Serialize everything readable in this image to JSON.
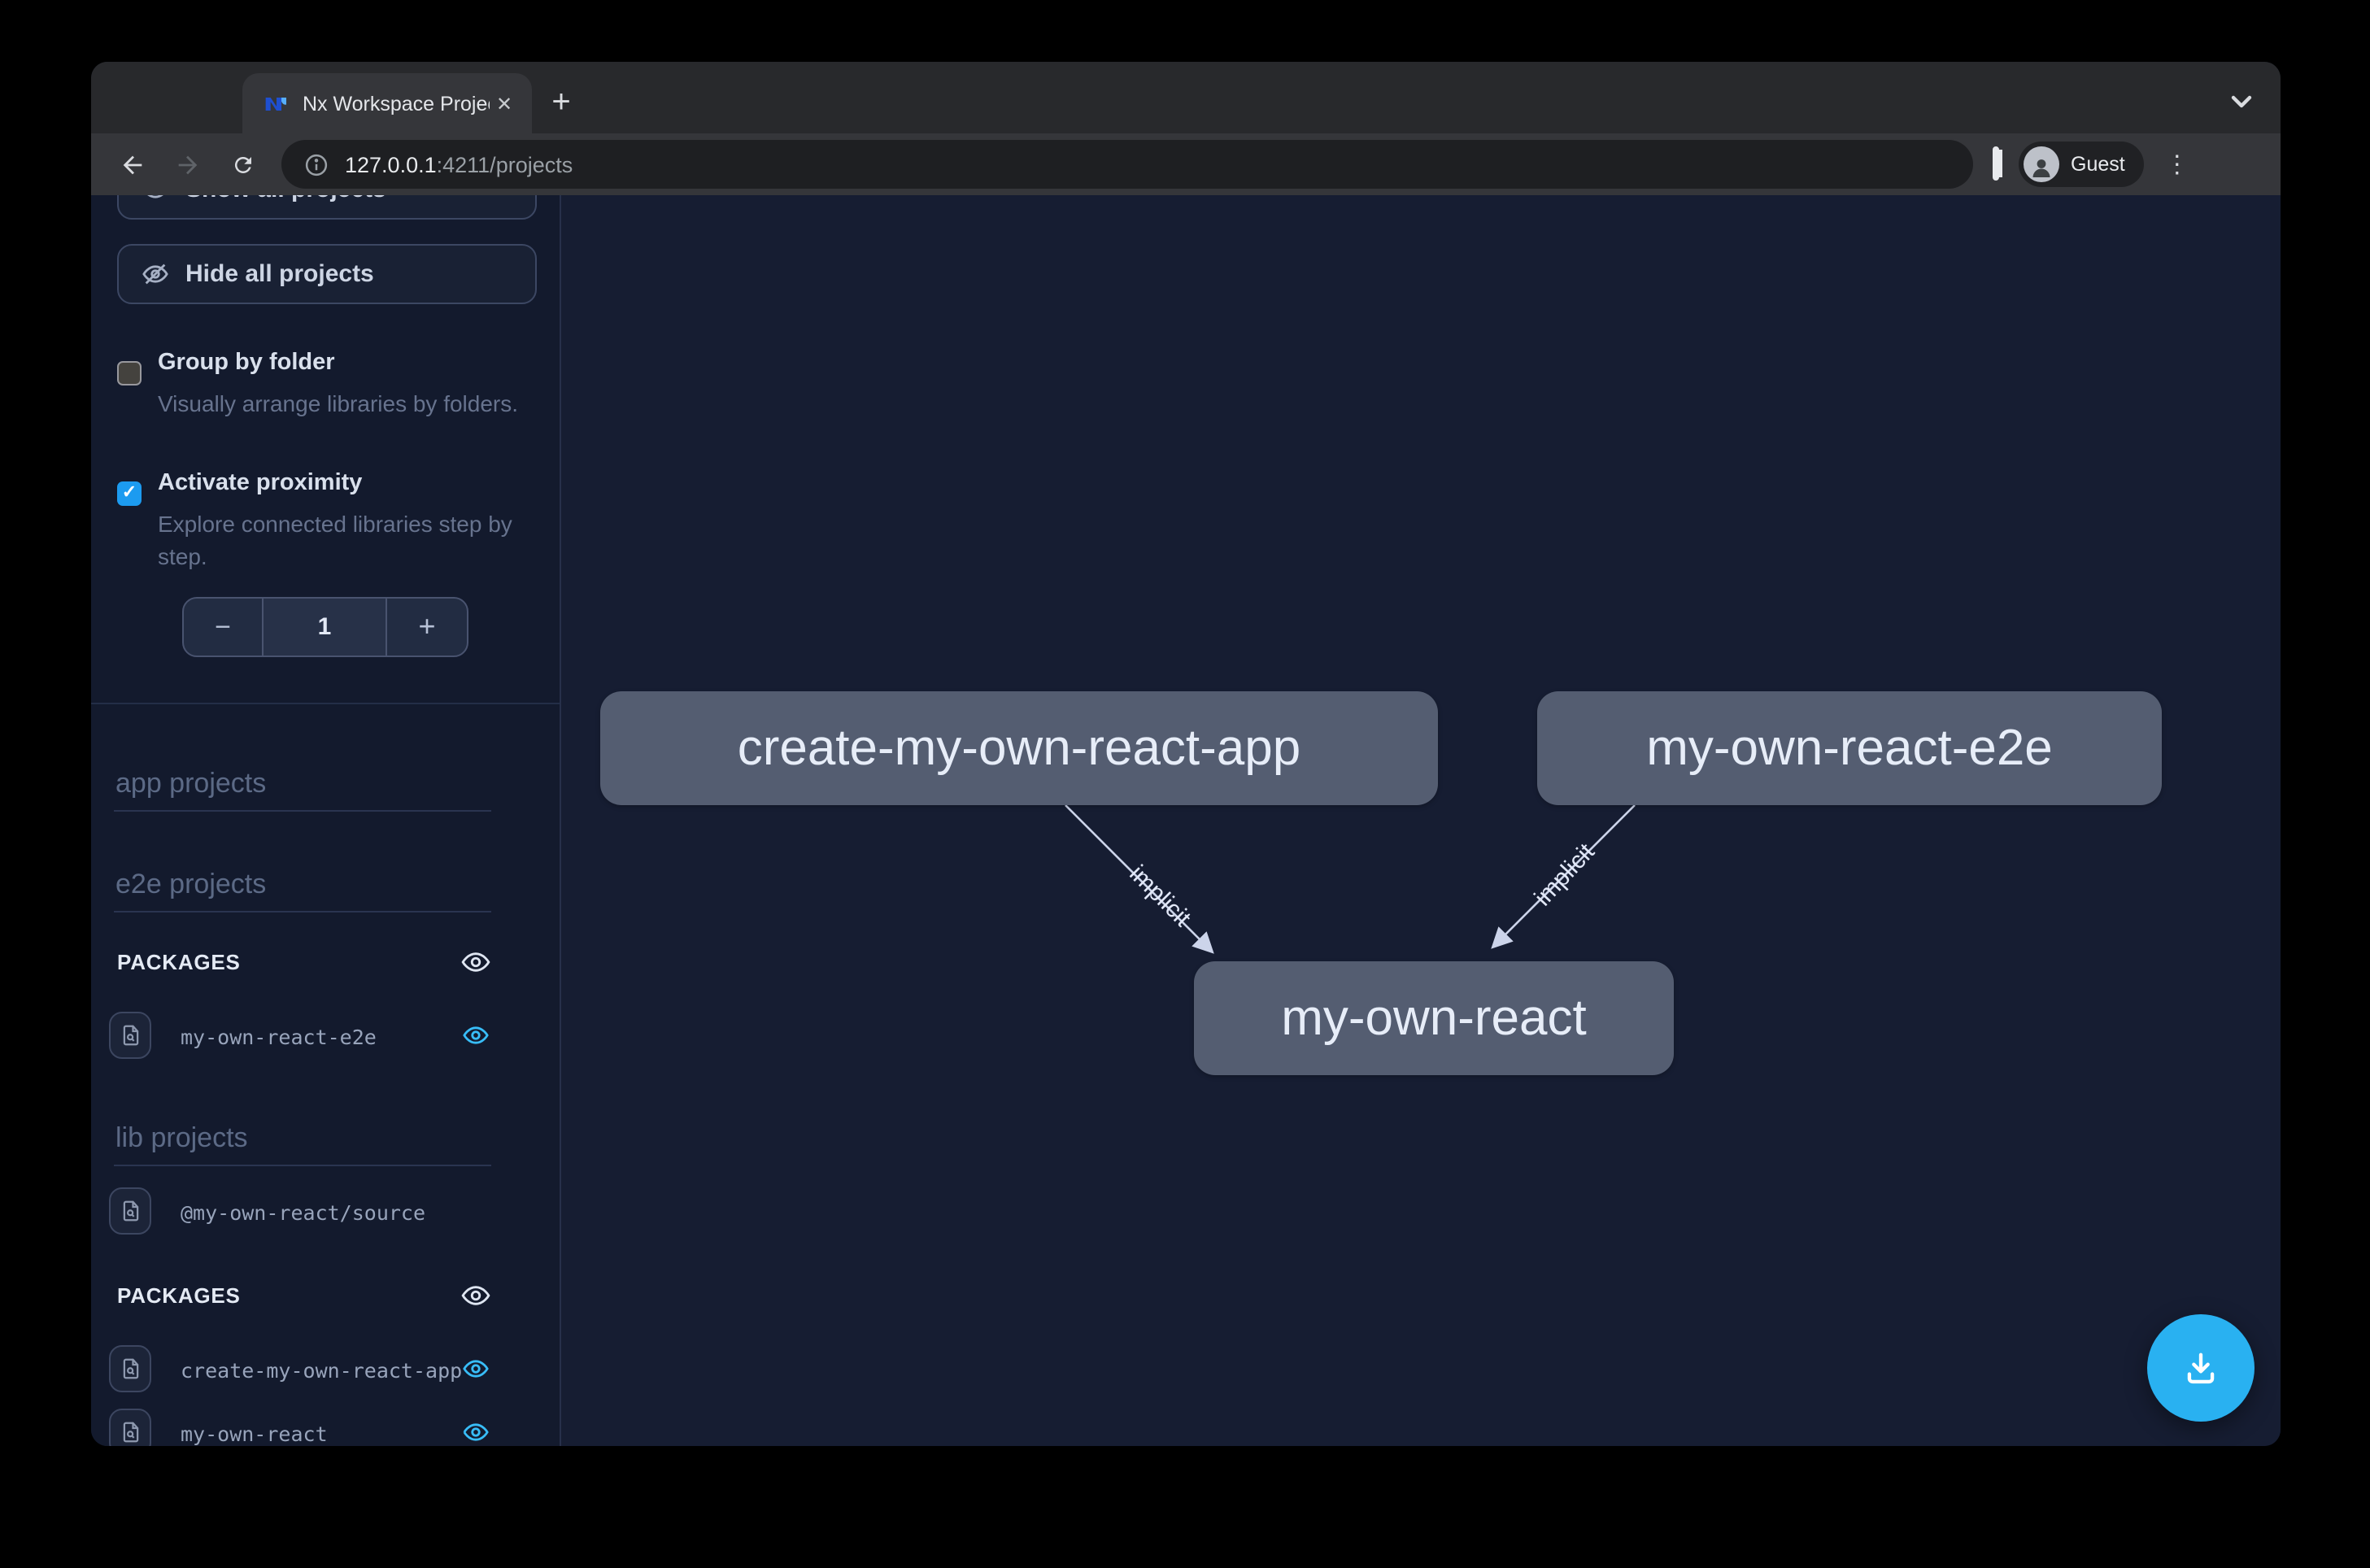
{
  "tab_strip": {
    "tab_title": "Nx Workspace Project Graph",
    "close_glyph": "✕",
    "new_tab_glyph": "+"
  },
  "toolbar": {
    "url_host": "127.0.0.1",
    "url_rest": ":4211/projects",
    "profile_label": "Guest",
    "menu_glyph": "⋮"
  },
  "sidebar": {
    "top_button_label": "Show all projects",
    "hide_all_button": {
      "label": "Hide all projects"
    },
    "group_by_folder": {
      "label": "Group by folder",
      "description": "Visually arrange libraries by folders.",
      "checked": false
    },
    "activate_proximity": {
      "label": "Activate proximity",
      "description": "Explore connected libraries step by step.",
      "checked": true,
      "check_glyph": "✓"
    },
    "proximity_stepper": {
      "decrement": "−",
      "value": "1",
      "increment": "+"
    },
    "app_projects_header": "app projects",
    "e2e_projects_header": "e2e projects",
    "e2e_packages": {
      "header": "PACKAGES",
      "items": [
        {
          "name": "my-own-react-e2e",
          "visible": true
        }
      ]
    },
    "lib_projects_header": "lib projects",
    "lib_items": [
      {
        "name": "@my-own-react/source"
      }
    ],
    "lib_packages": {
      "header": "PACKAGES",
      "items": [
        {
          "name": "create-my-own-react-app",
          "visible": true
        },
        {
          "name": "my-own-react",
          "visible": true
        }
      ]
    }
  },
  "graph": {
    "nodes": [
      {
        "id": "create-my-own-react-app"
      },
      {
        "id": "my-own-react-e2e"
      },
      {
        "id": "my-own-react"
      }
    ],
    "edges": [
      {
        "from": "create-my-own-react-app",
        "to": "my-own-react",
        "label": "implicit"
      },
      {
        "from": "my-own-react-e2e",
        "to": "my-own-react",
        "label": "implicit"
      }
    ]
  },
  "colors": {
    "fab_blue": "#29b1f1",
    "checkbox_blue": "#1c9bf0",
    "eye_blue": "#38bdf8",
    "node_fill": "#545d71"
  }
}
